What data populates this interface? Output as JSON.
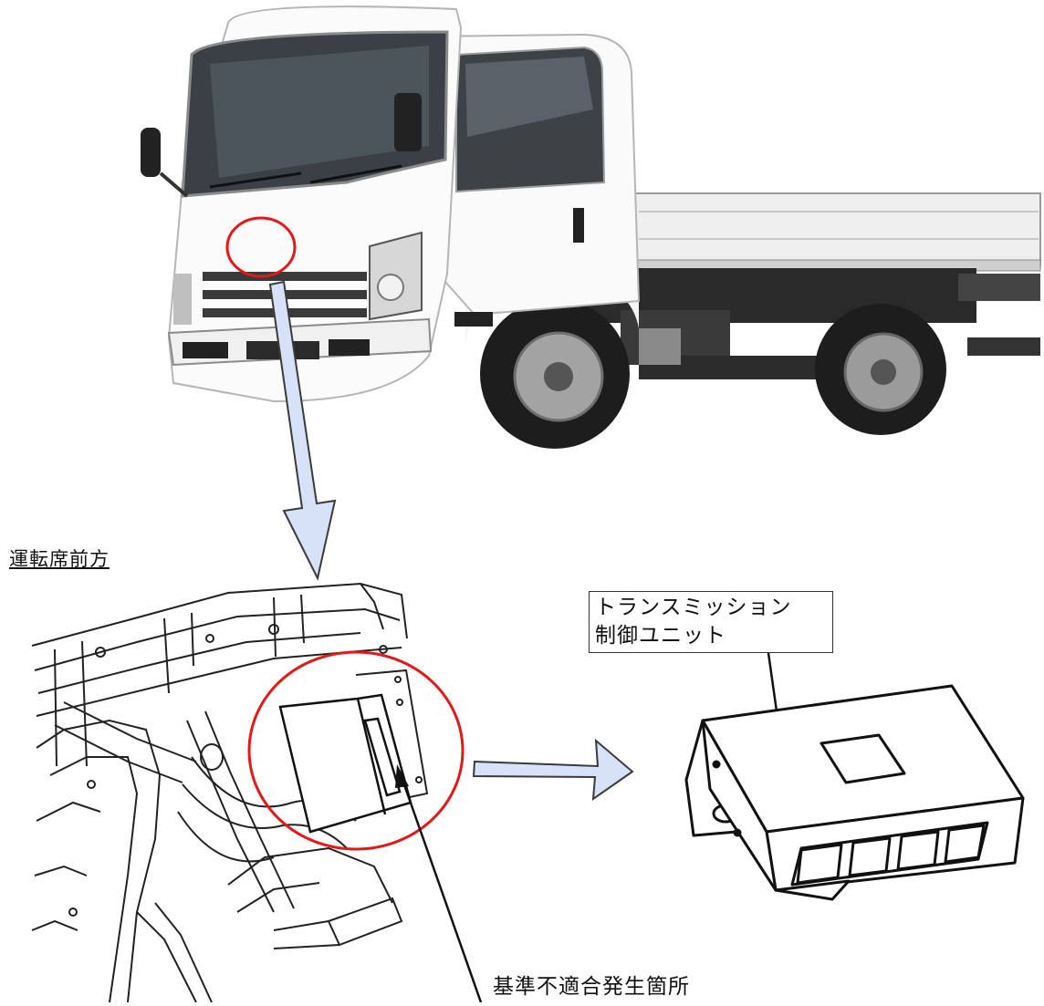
{
  "labels": {
    "front_of_driver_seat": "運転席前方",
    "callout_line1": "トランスミッション",
    "callout_line2": "制御ユニット",
    "defect_location": "基準不適合発生箇所"
  },
  "colors": {
    "highlight_circle": "#e31919",
    "pointer_arrow_fill": "#d6e2f7",
    "pointer_arrow_stroke": "#3a3a3a",
    "line_art": "#222222"
  }
}
